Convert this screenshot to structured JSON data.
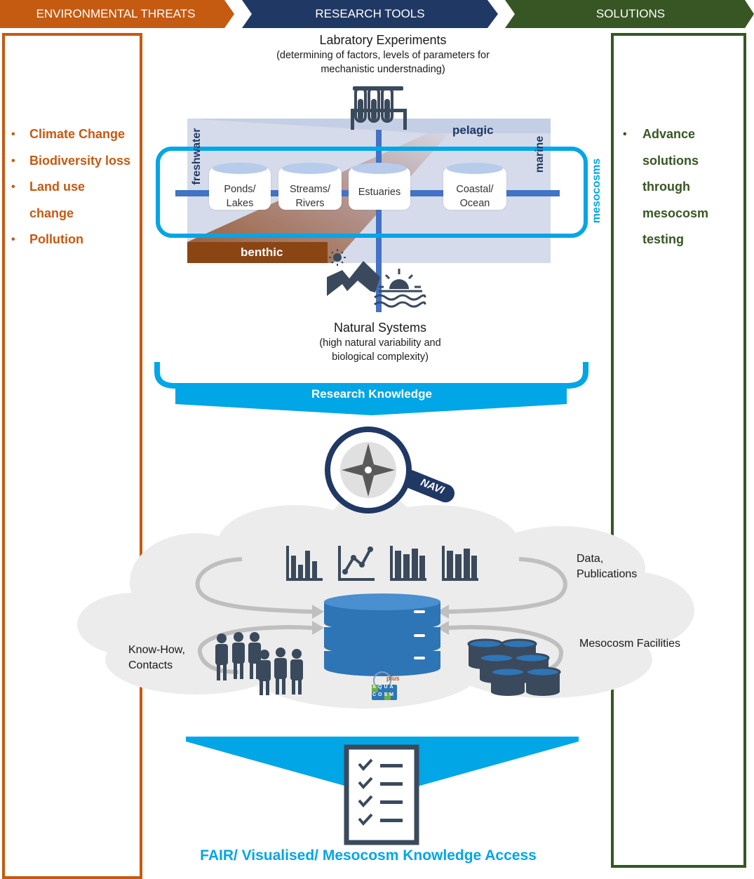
{
  "header": {
    "threats": "ENVIRONMENTAL THREATS",
    "tools": "RESEARCH TOOLS",
    "solutions": "SOLUTIONS"
  },
  "threats": {
    "items": [
      "Climate Change",
      "Biodiversity loss",
      "Land use",
      "change",
      "Pollution"
    ],
    "bullet_rows": [
      true,
      true,
      true,
      false,
      true
    ]
  },
  "solutions": {
    "lines": [
      "Advance",
      "solutions",
      "through",
      "mesocosm",
      "testing"
    ]
  },
  "lab": {
    "title": "Labratory Experiments",
    "subtitle_1": "(determining of factors, levels of parameters for",
    "subtitle_2": "mechanistic understnading)"
  },
  "habitat": {
    "pelagic": "pelagic",
    "benthic": "benthic",
    "freshwater": "freshwater",
    "marine": "marine",
    "mesocosms": "mesocosms",
    "tanks": [
      {
        "line1": "Ponds/",
        "line2": "Lakes"
      },
      {
        "line1": "Streams/",
        "line2": "Rivers"
      },
      {
        "line1": "Estuaries",
        "line2": ""
      },
      {
        "line1": "Coastal/",
        "line2": "Ocean"
      }
    ]
  },
  "natural": {
    "title": "Natural Systems",
    "subtitle_1": "(high natural variability and",
    "subtitle_2": "biological complexity)"
  },
  "knowledge_label": "Research Knowledge",
  "navi_label": "NAVI",
  "cloud": {
    "data_pub_1": "Data,",
    "data_pub_2": "Publications",
    "knowhow_1": "Know-How,",
    "knowhow_2": "Contacts",
    "facilities": "Mesocosm Facilities",
    "logo_plus": "plus",
    "logo_row1": "AQUA",
    "logo_row2": "COSM"
  },
  "footer": "FAIR/ Visualised/ Mesocosm Knowledge Access",
  "colors": {
    "threat": "#c55a11",
    "tools": "#203864",
    "solutions": "#375623",
    "accent": "#00a6e6",
    "dark": "#3a4a5c",
    "db": "#2e75b6"
  },
  "icons": [
    "test-tubes-icon",
    "sun-icon",
    "mountain-icon",
    "sunset-water-icon",
    "compass-icon",
    "magnifier-icon",
    "bar-chart-icon",
    "line-chart-icon",
    "books-icon",
    "database-icon",
    "people-icon",
    "tanks-icon",
    "checklist-icon"
  ]
}
